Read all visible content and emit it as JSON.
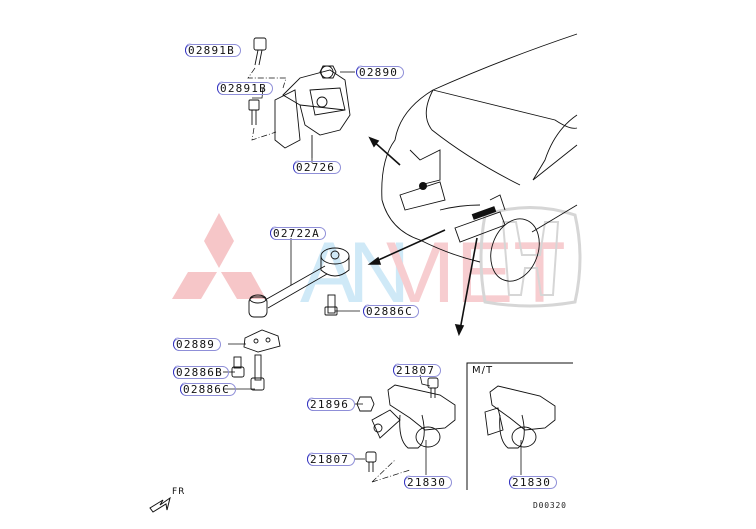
{
  "diagram": {
    "type": "exploded parts diagram",
    "subject": "Engine / transmission mount assembly",
    "diagram_code": "D00320",
    "direction_indicator": "FR",
    "inset_title": "M/T",
    "watermarks": {
      "left_logo": "three-diamond logo (pink)",
      "text": "ANVIET",
      "right_logo": "H emblem (grey)",
      "colors": {
        "diamond": "#f6c6c8",
        "an": "#bfe3f5",
        "viet": "#f7c9cb",
        "emblem": "#d8d8d8"
      }
    }
  },
  "callouts": {
    "top_bolt": "02891B",
    "lower_bolt": "02891B",
    "nut": "02890",
    "engine_mount": "02726",
    "roll_rod": "02722A",
    "roll_bolt_right": "02886C",
    "bracket": "02889",
    "bolt_b": "02886B",
    "bolt_c": "02886C",
    "trans_bolt_top": "21807",
    "trans_nut": "21896",
    "trans_bolt_bottom": "21807",
    "trans_mount": "21830",
    "mt_trans_mount": "21830"
  },
  "colors": {
    "line": "#111111",
    "label_border": "#8f8fd8",
    "label_accent": "#3030c0",
    "background": "#ffffff"
  }
}
